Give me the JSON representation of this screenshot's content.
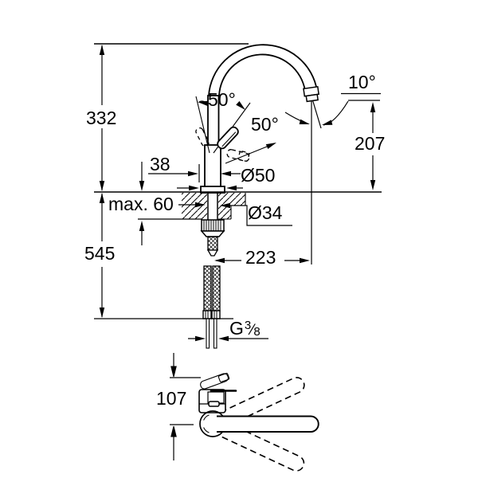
{
  "page": {
    "paper_color": "#ffffff",
    "ink_color": "#000000"
  },
  "drawing": {
    "type": "faucet installation dimension drawing",
    "labels": {
      "overall_height": "332",
      "height_below_counter": "545",
      "base_offset": "38",
      "max_counter_thickness": "max. 60",
      "body_diameter": "Ø50",
      "hole_diameter": "Ø34",
      "lever_angle_front": "50°",
      "lever_angle_side": "50°",
      "outlet_angle": "10°",
      "outlet_height": "207",
      "spout_reach": "223",
      "thread_g": "G",
      "thread_numerator": "3",
      "thread_slash": "⁄",
      "thread_denominator": "8",
      "top_view_offset": "107"
    }
  }
}
